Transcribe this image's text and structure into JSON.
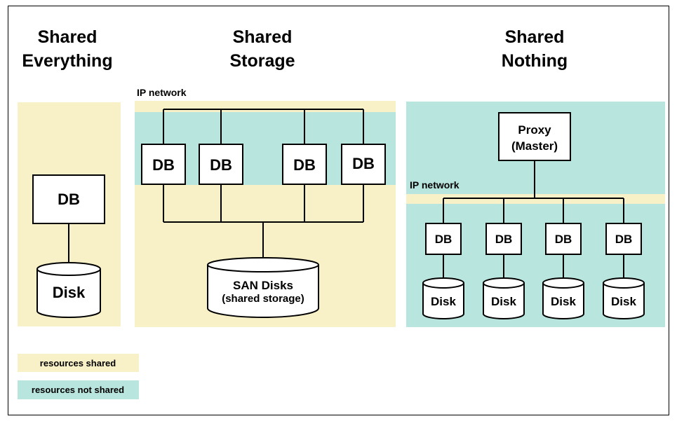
{
  "colors": {
    "shared": "#f8f0c6",
    "not_shared": "#b8e6de"
  },
  "shared_everything": {
    "title_line1": "Shared",
    "title_line2": "Everything",
    "db_label": "DB",
    "disk_label": "Disk"
  },
  "shared_storage": {
    "title_line1": "Shared",
    "title_line2": "Storage",
    "network_label": "IP network",
    "db_labels": [
      "DB",
      "DB",
      "DB",
      "DB"
    ],
    "san_label": "SAN Disks",
    "san_sublabel": "(shared storage)"
  },
  "shared_nothing": {
    "title_line1": "Shared",
    "title_line2": "Nothing",
    "proxy_label": "Proxy",
    "proxy_sublabel": "(Master)",
    "network_label": "IP network",
    "db_labels": [
      "DB",
      "DB",
      "DB",
      "DB"
    ],
    "disk_labels": [
      "Disk",
      "Disk",
      "Disk",
      "Disk"
    ]
  },
  "legend": {
    "shared_label": "resources shared",
    "not_shared_label": "resources not shared"
  }
}
